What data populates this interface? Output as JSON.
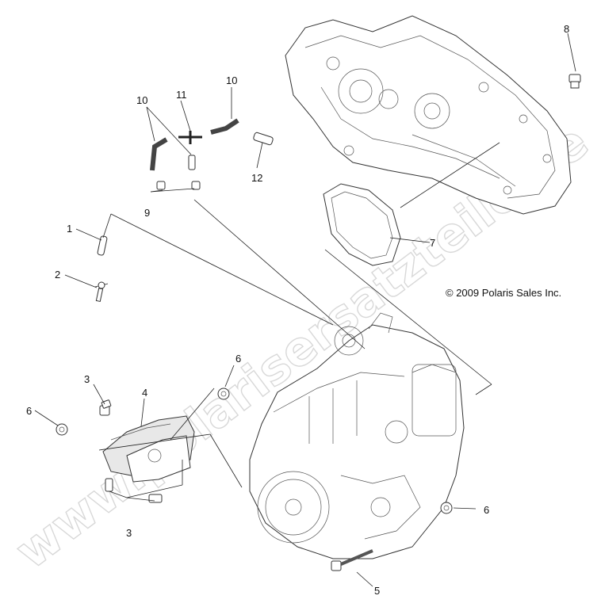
{
  "copyright": "© 2009 Polaris Sales Inc.",
  "watermark": "www.polarisersatzteile.de",
  "callouts": [
    "1",
    "2",
    "3",
    "3",
    "4",
    "5",
    "6",
    "6",
    "6",
    "7",
    "8",
    "9",
    "10",
    "10",
    "11",
    "12"
  ]
}
